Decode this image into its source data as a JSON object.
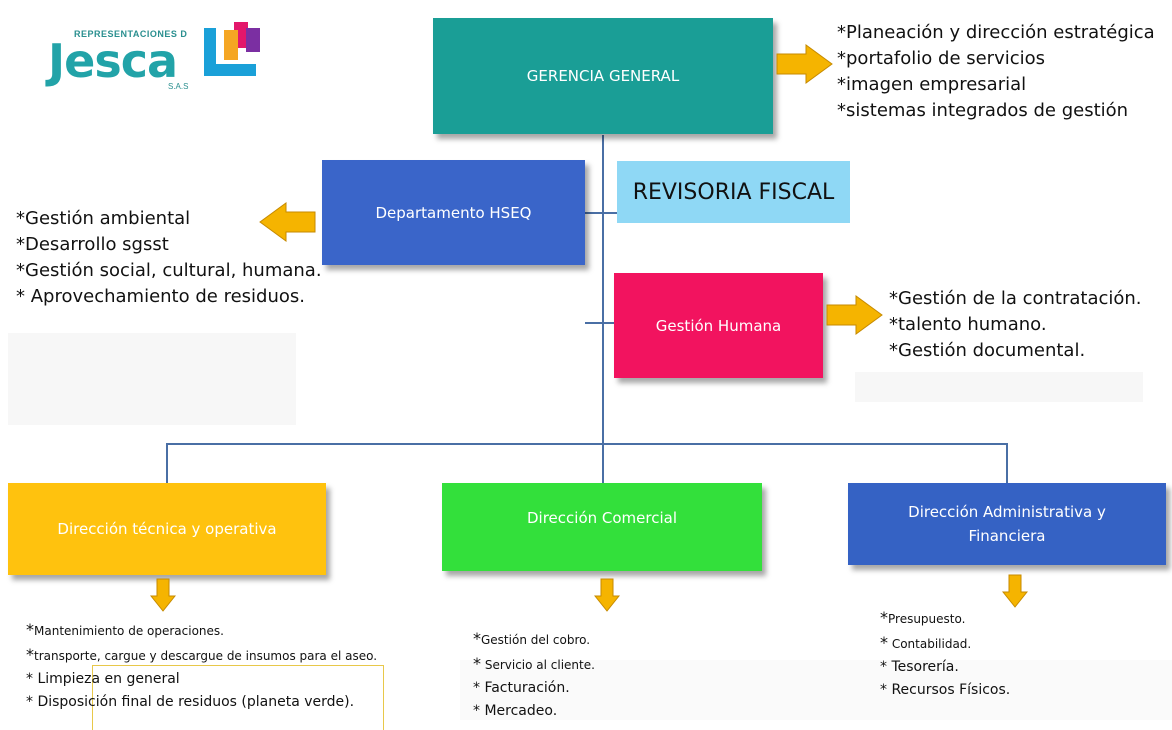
{
  "logo": {
    "top_text": "REPRESENTACIONES D",
    "name": "Jesca",
    "suffix": "S.A.S"
  },
  "gerencia": {
    "title": "GERENCIA GENERAL",
    "items": [
      "*Planeación y dirección estratégica",
      "*portafolio de servicios",
      "*imagen empresarial",
      "*sistemas integrados de gestión"
    ]
  },
  "hseq": {
    "title": "Departamento HSEQ",
    "items": [
      "*Gestión ambiental",
      "*Desarrollo sgsst",
      "*Gestión social, cultural, humana.",
      "* Aprovechamiento de residuos."
    ]
  },
  "revisoria": {
    "title": "REVISORIA FISCAL"
  },
  "gestion_humana": {
    "title": "Gestión Humana",
    "items": [
      "*Gestión de la contratación.",
      "*talento humano.",
      "*Gestión documental."
    ]
  },
  "tecnica": {
    "title": "Dirección técnica y operativa",
    "items": [
      "Mantenimiento de operaciones.",
      "transporte, cargue y descargue de insumos para el aseo.",
      "Limpieza en general",
      "Disposición final de residuos (planeta verde)."
    ]
  },
  "comercial": {
    "title": "Dirección Comercial",
    "items": [
      "Gestión del cobro.",
      "Servicio al cliente.",
      "Facturación.",
      "Mercadeo."
    ]
  },
  "administrativa": {
    "title": "Dirección Administrativa y Financiera",
    "items": [
      "Presupuesto.",
      "Contabilidad.",
      "Tesorería.",
      "Recursos Físicos."
    ]
  },
  "colors": {
    "gerencia": "#1a9e96",
    "hseq": "#3a65c9",
    "revisoria": "#8fd8f5",
    "gestion_humana": "#f2135f",
    "tecnica": "#ffc20e",
    "comercial": "#33e03b",
    "administrativa": "#3562c4",
    "arrow": "#f5b400",
    "connector": "#4a6fa5"
  }
}
